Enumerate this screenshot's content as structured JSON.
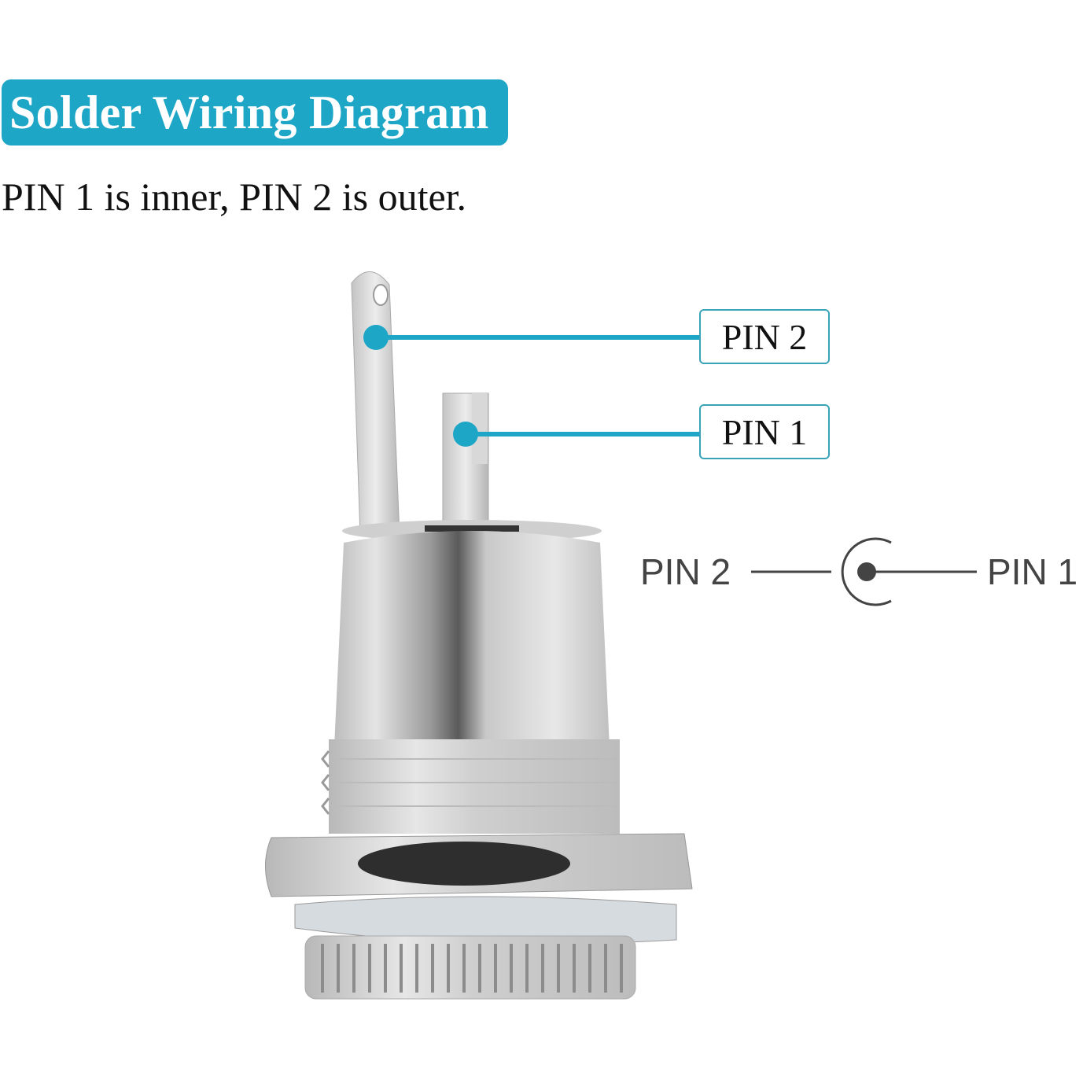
{
  "header": {
    "title": "Solder Wiring Diagram",
    "subtitle": "PIN 1 is inner, PIN 2 is outer."
  },
  "callouts": [
    {
      "label": "PIN 2",
      "target": "outer solder tab"
    },
    {
      "label": "PIN 1",
      "target": "inner center pin"
    }
  ],
  "schematic": {
    "left_label": "PIN 2",
    "right_label": "PIN 1",
    "symbol": "dc-jack-symbol"
  },
  "colors": {
    "accent": "#1ea6c7",
    "callout_border": "#3aa3b8",
    "schematic": "#444444"
  }
}
